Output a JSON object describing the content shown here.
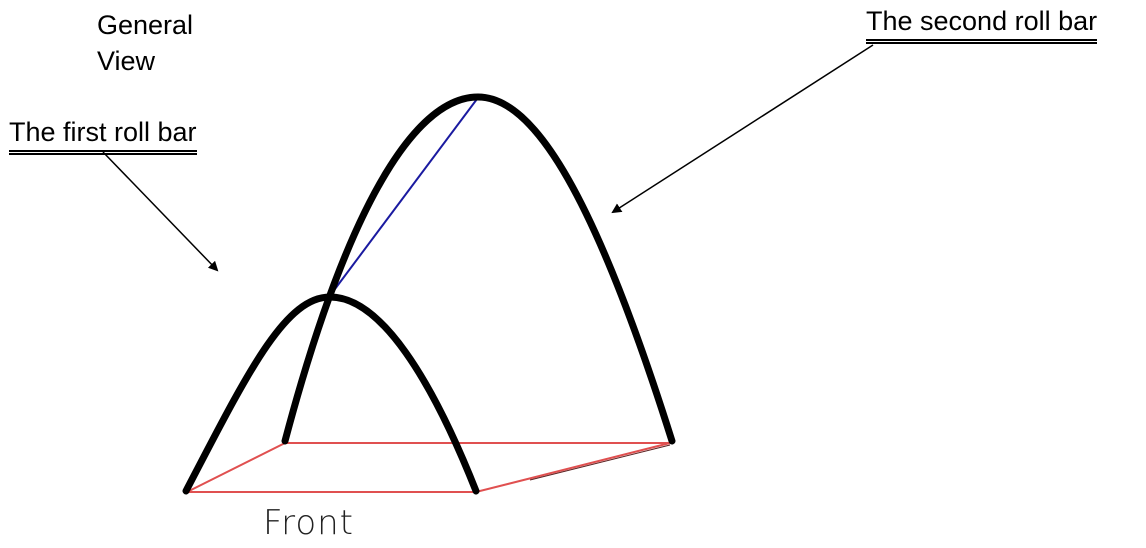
{
  "diagram": {
    "heading_line1": "General",
    "heading_line2": "View",
    "first_roll_bar_label": "The first roll bar",
    "second_roll_bar_label": "The second roll bar",
    "front_label": "Front"
  },
  "colors": {
    "roll_bar": "#000000",
    "base_frame": "#e05050",
    "brace": "#1a1aa0",
    "pointer_arrow": "#000000"
  }
}
